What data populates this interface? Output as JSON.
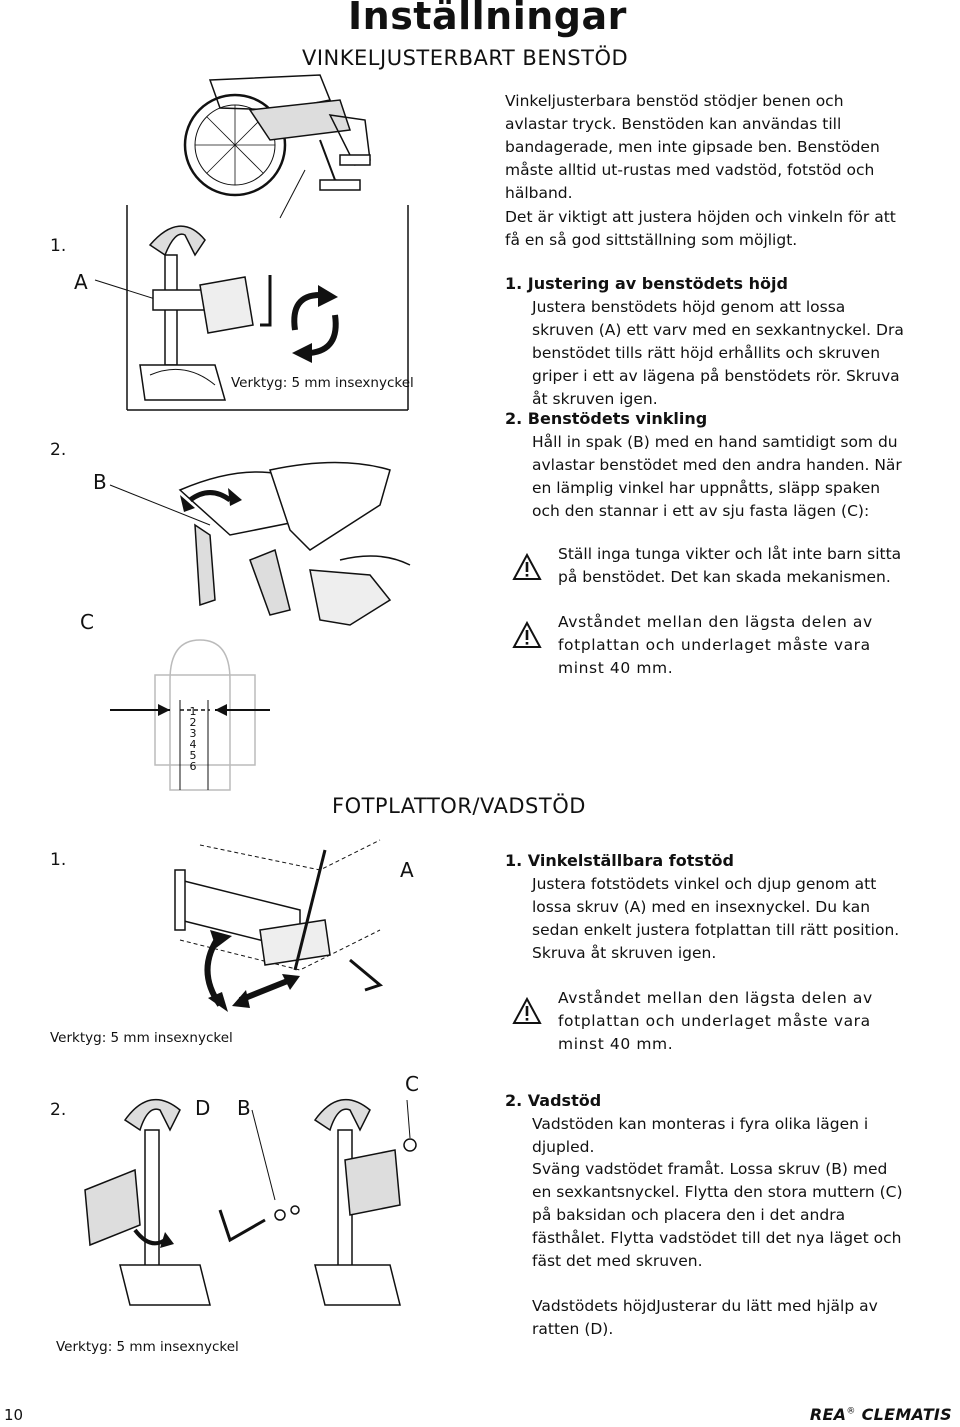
{
  "page": {
    "title": "Inställningar",
    "section1_title": "VINKELJUSTERBART BENSTÖD",
    "section2_title": "FOTPLATTOR/VADSTÖD",
    "page_number": "10",
    "brand": "REA",
    "brand_mark": "®",
    "product": "CLEMATIS"
  },
  "section1": {
    "intro": "Vinkeljusterbara benstöd stödjer benen och avlastar tryck. Benstöden kan användas till bandagerade, men inte gipsade ben. Benstöden måste alltid ut-rustas med vadstöd, fotstöd och hälband.",
    "note": "Det är viktigt att justera höjden och vinkeln för att få en så god sittställning som möjligt.",
    "step1_heading": "1. Justering av benstödets höjd",
    "step1_text": "Justera benstödets höjd genom att lossa skruven (A) ett varv med en sexkantnyckel. Dra benstödet tills rätt höjd erhållits och skruven griper i ett av lägena på benstödets rör. Skruva åt skruven igen.",
    "step2_heading": "2. Benstödets vinkling",
    "step2_text": "Håll in spak (B) med en hand samtidigt som du avlastar benstödet med den andra handen. När en lämplig vinkel har uppnåtts, släpp spaken och den stannar i ett av sju fasta lägen (C):",
    "warning1": "Ställ inga tunga vikter och låt inte barn sitta på benstödet. Det kan skada mekanismen.",
    "warning2": "Avståndet mellan den lägsta delen av fotplattan och underlaget måste vara minst 40 mm.",
    "fig1_num": "1.",
    "fig1_letter": "A",
    "fig1_tool": "Verktyg: 5 mm  insexnyckel",
    "fig2_num": "2.",
    "fig2_letter_b": "B",
    "fig2_letter_c": "C",
    "scale_numbers": [
      "1",
      "2",
      "3",
      "4",
      "5",
      "6"
    ]
  },
  "section2": {
    "step1_heading": "1. Vinkelställbara fotstöd",
    "step1_text": "Justera fotstödets vinkel och djup genom att lossa skruv (A) med en insexnyckel. Du kan sedan enkelt justera fotplattan till rätt position. Skruva åt skruven igen.",
    "warning": "Avståndet mellan den lägsta delen av fotplattan och underlaget måste vara minst 40 mm.",
    "step2_heading": "2. Vadstöd",
    "step2_text_a": "Vadstöden kan monteras i fyra olika lägen i djupled.",
    "step2_text_b": "Sväng vadstödet framåt. Lossa skruv (B) med en sexkantsnyckel. Flytta den stora muttern (C) på baksidan och placera den i det andra fästhålet. Flytta vadstödet till det nya läget och fäst det med skruven.",
    "step2_text_c": "Vadstödets höjdJusterar du lätt med hjälp av ratten (D).",
    "fig1_num": "1.",
    "fig1_letter": "A",
    "fig1_tool": "Verktyg: 5 mm  insexnyckel",
    "fig2_num": "2.",
    "fig2_letter_d": "D",
    "fig2_letter_b": "B",
    "fig2_letter_c": "C",
    "fig2_tool": "Verktyg: 5 mm  insexnyckel"
  }
}
